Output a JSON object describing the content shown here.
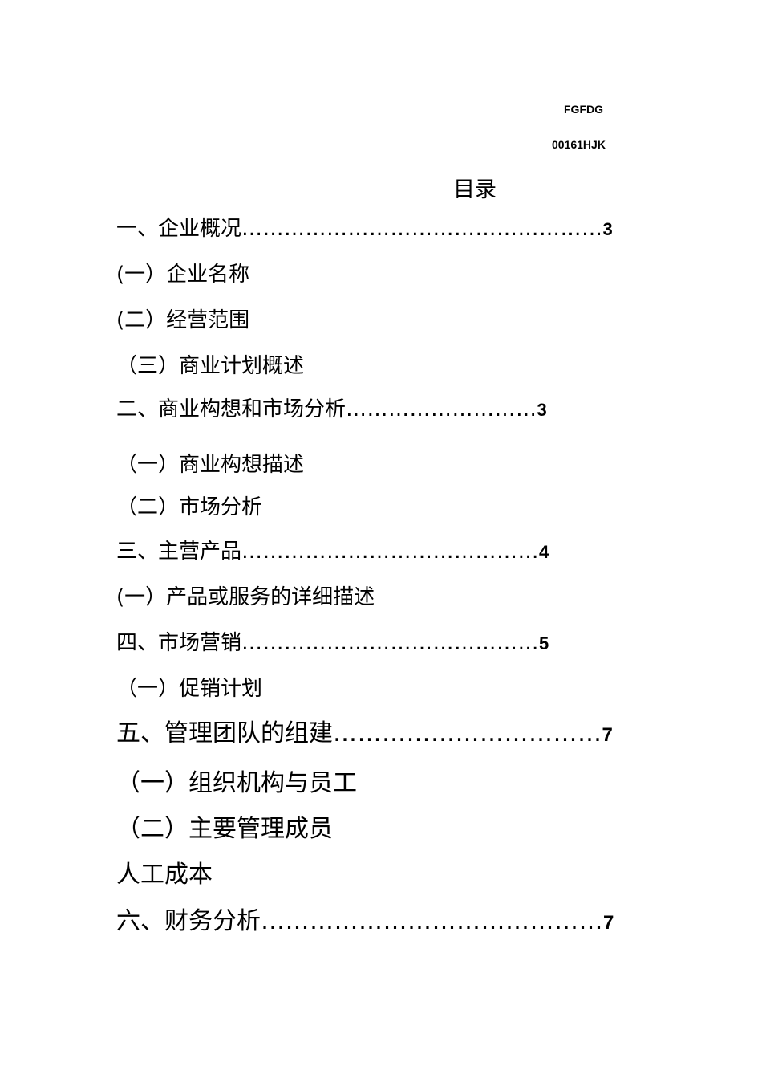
{
  "header": {
    "code_1": "FGFDG",
    "code_2": "00161HJK",
    "title": "目录"
  },
  "toc": [
    {
      "text": "一、企业概况",
      "dots": "……………………………………………",
      "page": "3"
    },
    {
      "text": "(一）企业名称"
    },
    {
      "text": "(二）经营范围"
    },
    {
      "text": "（三）商业计划概述"
    },
    {
      "text": "二、商业构想和市场分析",
      "dots": "………………………",
      "page": "3"
    },
    {
      "text": "（一）商业构想描述"
    },
    {
      "text": "（二）市场分析"
    },
    {
      "text": "三、主营产品",
      "dots": "……………………………………",
      "page": "4"
    },
    {
      "text": "(一）产品或服务的详细描述"
    },
    {
      "text": "四、市场营销",
      "dots": "……………………………………",
      "page": "5"
    },
    {
      "text": "（一）促销计划"
    },
    {
      "text": "五、管理团队的组建",
      "dots": "……………………………",
      "page": "7"
    },
    {
      "text": "（一）组织机构与员工"
    },
    {
      "text": "（二）主要管理成员"
    },
    {
      "text": "人工成本"
    },
    {
      "text": "六、财务分析",
      "dots": "……………………………………",
      "page": "7"
    }
  ]
}
